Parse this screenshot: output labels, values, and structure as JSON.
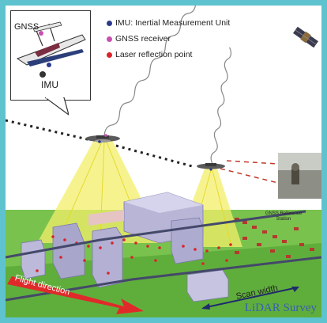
{
  "legend": {
    "items": [
      {
        "label": "IMU: Inertial Measurement Unit",
        "color": "#2b3a8f"
      },
      {
        "label": "GNSS receiver",
        "color": "#c84fb0"
      },
      {
        "label": "Laser reflection point",
        "color": "#d9232b"
      }
    ]
  },
  "callout": {
    "gnss_label": "GNSS",
    "imu_label": "IMU"
  },
  "ground": {
    "reference_station_label": "GNSS Reference Station",
    "flight_direction_label": "Flight direction",
    "scan_width_label": "Scan width"
  },
  "footer": {
    "caption": "LiDAR Survey"
  },
  "colors": {
    "frame": "#5ec3cf",
    "ground": "#6fbf4a",
    "laser_cone": "#f3ef6a",
    "accent_red": "#d9232b",
    "caption_blue": "#3a5fb0"
  }
}
